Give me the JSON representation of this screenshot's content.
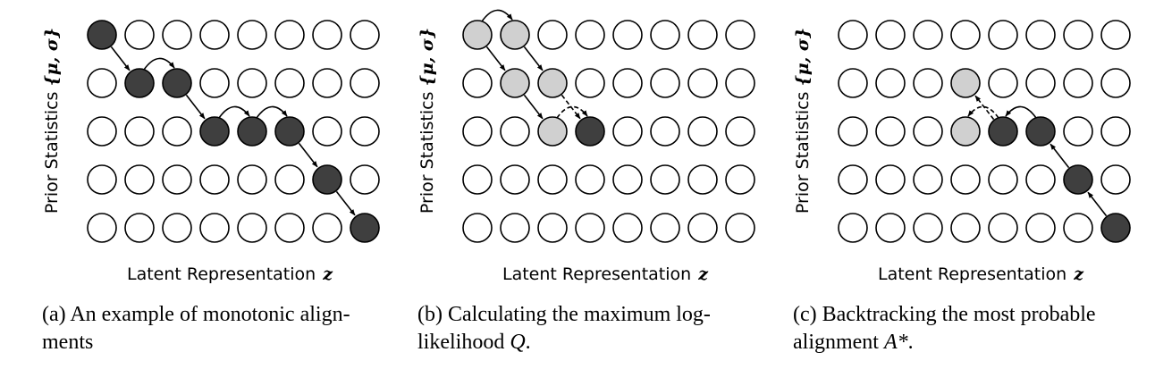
{
  "panels": [
    {
      "id": "a",
      "y_axis_label": "Prior Statistics",
      "y_axis_symbol": "{μ, σ}",
      "x_axis_label": "Latent Representation",
      "x_axis_symbol": "z",
      "caption_lines": [
        "(a) An example of monotonic align-",
        "ments"
      ],
      "caption_math": "",
      "caption_tail": "",
      "dark_nodes": [
        [
          0,
          0
        ],
        [
          1,
          1
        ],
        [
          1,
          2
        ],
        [
          2,
          3
        ],
        [
          2,
          4
        ],
        [
          2,
          5
        ],
        [
          3,
          6
        ],
        [
          4,
          7
        ]
      ],
      "light_nodes": [],
      "arrows": [
        {
          "from": [
            0,
            0
          ],
          "to": [
            1,
            1
          ],
          "style": "solid",
          "kind": "diag"
        },
        {
          "from": [
            1,
            1
          ],
          "to": [
            1,
            2
          ],
          "style": "solid",
          "kind": "arc"
        },
        {
          "from": [
            1,
            2
          ],
          "to": [
            2,
            3
          ],
          "style": "solid",
          "kind": "diag"
        },
        {
          "from": [
            2,
            3
          ],
          "to": [
            2,
            4
          ],
          "style": "solid",
          "kind": "arc"
        },
        {
          "from": [
            2,
            4
          ],
          "to": [
            2,
            5
          ],
          "style": "solid",
          "kind": "arc"
        },
        {
          "from": [
            2,
            5
          ],
          "to": [
            3,
            6
          ],
          "style": "solid",
          "kind": "diag"
        },
        {
          "from": [
            3,
            6
          ],
          "to": [
            4,
            7
          ],
          "style": "solid",
          "kind": "diag"
        }
      ]
    },
    {
      "id": "b",
      "y_axis_label": "Prior Statistics",
      "y_axis_symbol": "{μ, σ}",
      "x_axis_label": "Latent Representation",
      "x_axis_symbol": "z",
      "caption_lines": [
        "(b) Calculating the maximum log-",
        "likelihood "
      ],
      "caption_math": "Q",
      "caption_tail": ".",
      "dark_nodes": [
        [
          2,
          3
        ]
      ],
      "light_nodes": [
        [
          0,
          0
        ],
        [
          0,
          1
        ],
        [
          1,
          1
        ],
        [
          1,
          2
        ],
        [
          2,
          2
        ]
      ],
      "arrows": [
        {
          "from": [
            0,
            0
          ],
          "to": [
            0,
            1
          ],
          "style": "solid",
          "kind": "arc"
        },
        {
          "from": [
            0,
            0
          ],
          "to": [
            1,
            1
          ],
          "style": "solid",
          "kind": "diag"
        },
        {
          "from": [
            0,
            1
          ],
          "to": [
            1,
            2
          ],
          "style": "solid",
          "kind": "diag"
        },
        {
          "from": [
            1,
            1
          ],
          "to": [
            2,
            2
          ],
          "style": "solid",
          "kind": "diag"
        },
        {
          "from": [
            1,
            2
          ],
          "to": [
            2,
            3
          ],
          "style": "dashed",
          "kind": "diag"
        },
        {
          "from": [
            2,
            2
          ],
          "to": [
            2,
            3
          ],
          "style": "dashed",
          "kind": "arc"
        }
      ]
    },
    {
      "id": "c",
      "y_axis_label": "Prior Statistics",
      "y_axis_symbol": "{μ, σ}",
      "x_axis_label": "Latent Representation",
      "x_axis_symbol": "z",
      "caption_lines": [
        "(c) Backtracking the most probable",
        "alignment "
      ],
      "caption_math": "A*",
      "caption_tail": ".",
      "dark_nodes": [
        [
          4,
          7
        ],
        [
          3,
          6
        ],
        [
          2,
          5
        ],
        [
          2,
          4
        ]
      ],
      "light_nodes": [
        [
          1,
          3
        ],
        [
          2,
          3
        ]
      ],
      "arrows": [
        {
          "from": [
            4,
            7
          ],
          "to": [
            3,
            6
          ],
          "style": "solid",
          "kind": "diag"
        },
        {
          "from": [
            3,
            6
          ],
          "to": [
            2,
            5
          ],
          "style": "solid",
          "kind": "diag"
        },
        {
          "from": [
            2,
            5
          ],
          "to": [
            2,
            4
          ],
          "style": "solid",
          "kind": "arc"
        },
        {
          "from": [
            2,
            4
          ],
          "to": [
            1,
            3
          ],
          "style": "dashed",
          "kind": "diag"
        },
        {
          "from": [
            2,
            4
          ],
          "to": [
            2,
            3
          ],
          "style": "dashed",
          "kind": "arc"
        }
      ]
    }
  ],
  "grid": {
    "rows": 5,
    "cols": 8
  },
  "colors": {
    "dark": "#3f3f3f",
    "light": "#d0d0d0",
    "empty": "#ffffff",
    "stroke": "#000000"
  }
}
